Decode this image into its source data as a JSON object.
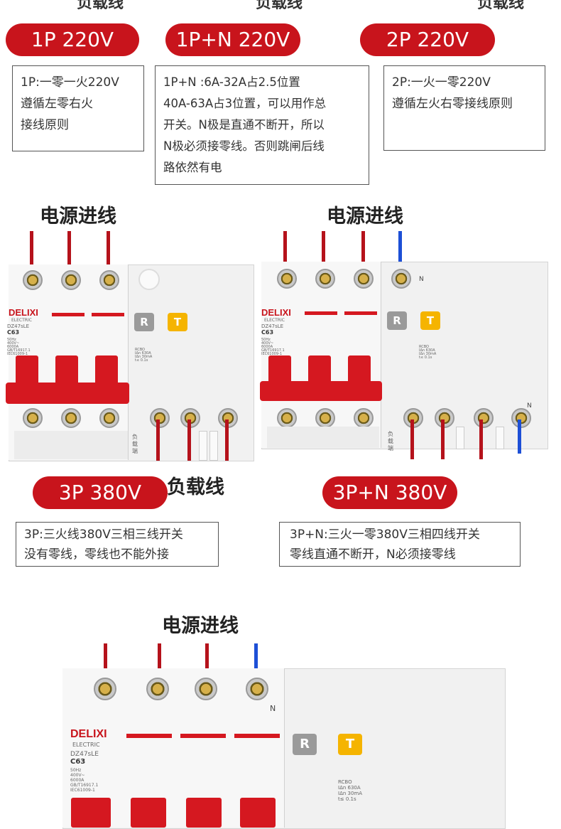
{
  "top_cut_label": "负载线",
  "pills": {
    "p1": "1P 220V",
    "p1n": "1P+N 220V",
    "p2": "2P 220V",
    "p3": "3P 380V",
    "p3n": "3P+N 380V"
  },
  "notes": {
    "p1": [
      "1P:一零一火220V",
      "遵循左零右火",
      "接线原则"
    ],
    "p1n": [
      "1P+N :6A-32A占2.5位置",
      "40A-63A占3位置，可以用作总",
      "开关。N极是直通不断开，所以",
      "N极必须接零线。否则跳闸后线",
      "路依然有电"
    ],
    "p2": [
      "2P:一火一零220V",
      "遵循左火右零接线原则"
    ],
    "p3": [
      "3P:三火线380V三相三线开关",
      "没有零线，零线也不能外接"
    ],
    "p3n": [
      "3P+N:三火一零380V三相四线开关",
      "零线直通不断开，N必须接零线"
    ]
  },
  "headings": {
    "power_in_left": "电源进线",
    "power_in_right": "电源进线",
    "power_in_bottom": "电源进线",
    "load_line": "负载线"
  },
  "breaker": {
    "brand": "DELIXI",
    "brand_sub": "ELECTRIC",
    "model": "DZ47sLE",
    "rating": "C63",
    "specs": "50Hz\n400V~\n6000A\nGB/T16917.1\nIEC61009-1",
    "button_r": "R",
    "button_t": "T",
    "neutral_mark": "N",
    "rcbo": "RCBO\nIΔn 630A\nIΔn 30mA\nt≤ 0.1s",
    "load_vertical": "负\n载\n端"
  },
  "colors": {
    "accent_red": "#c8141c",
    "live_wire": "#b5121b",
    "neutral_wire": "#1d4fd6",
    "test_button": "#f5b400"
  }
}
